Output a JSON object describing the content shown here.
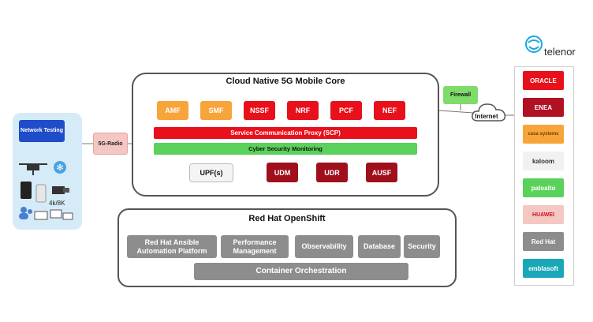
{
  "core": {
    "title": "Cloud Native 5G Mobile Core",
    "functions_top": [
      "AMF",
      "SMF",
      "NSSF",
      "NRF",
      "PCF",
      "NEF"
    ],
    "scp": "Service Communication Proxy (SCP)",
    "cyber": "Cyber Security Monitoring",
    "upf": "UPF(s)",
    "functions_bottom": [
      "UDM",
      "UDR",
      "AUSF"
    ]
  },
  "radio": "5G-Radio",
  "firewall": "Firewall",
  "internet": "Internet",
  "network_testing": {
    "title": "Network Testing",
    "device_label": "4k/8K"
  },
  "openshift": {
    "title": "Red Hat OpenShift",
    "components": [
      "Red Hat Ansible Automation Platform",
      "Performance Management",
      "Observability",
      "Database",
      "Security"
    ],
    "orchestration": "Container Orchestration"
  },
  "telenor": "telenor",
  "vendors": [
    {
      "name": "ORACLE",
      "bg": "#e8101b",
      "fg": "#ffffff"
    },
    {
      "name": "ENEA",
      "bg": "#b01223",
      "fg": "#ffffff"
    },
    {
      "name": "casa systems",
      "bg": "#f7a53a",
      "fg": "#7a3a00"
    },
    {
      "name": "kaloom",
      "bg": "#f1f1f1",
      "fg": "#333333"
    },
    {
      "name": "paloalto",
      "bg": "#5ad15a",
      "fg": "#ffffff"
    },
    {
      "name": "HUAWEI",
      "bg": "#f5c7c3",
      "fg": "#d0101a"
    },
    {
      "name": "Red Hat",
      "bg": "#8d8d8d",
      "fg": "#ffffff"
    },
    {
      "name": "emblasoft",
      "bg": "#1aa7b8",
      "fg": "#ffffff"
    }
  ],
  "colors": {
    "orange": "#f7a53a",
    "red": "#e8101b",
    "dark_red": "#a0101c",
    "green": "#5ad15a",
    "gray": "#8d8d8d",
    "blue": "#1f4cc9"
  }
}
